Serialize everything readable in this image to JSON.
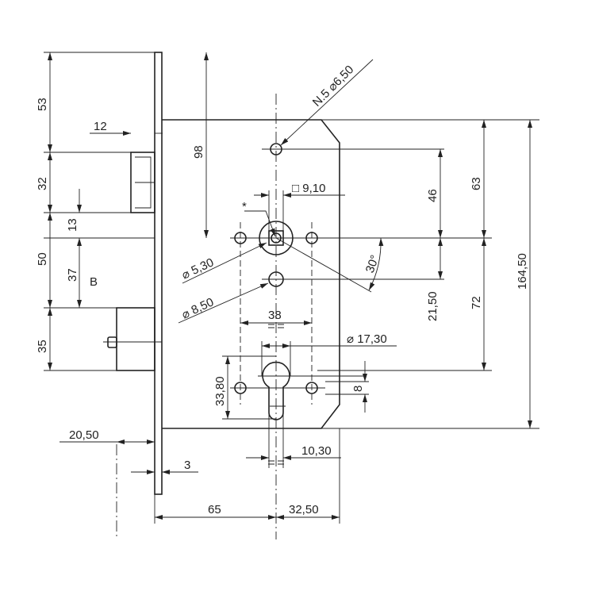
{
  "drawing": {
    "title": "Mortise lock dimensional drawing",
    "labels": {
      "d53": "53",
      "d12": "12",
      "d32": "32",
      "d13": "13",
      "d50": "50",
      "d37": "37",
      "b": "B",
      "d35": "35",
      "d98": "98",
      "screw_holes": "N.5 ⌀6,50",
      "square": "□ 9,10",
      "star": "*",
      "d530": "⌀ 5,30",
      "d850": "⌀ 8,50",
      "d38": "38",
      "d1730": "⌀ 17,30",
      "d3380": "33,80",
      "d8": "8",
      "d2050": "20,50",
      "d3": "3",
      "d65": "65",
      "d3250": "32,50",
      "d1030": "10,30",
      "d46": "46",
      "d63": "63",
      "d16450": "164,50",
      "angle": "30°",
      "d2150": "21,50",
      "d72": "72"
    }
  }
}
